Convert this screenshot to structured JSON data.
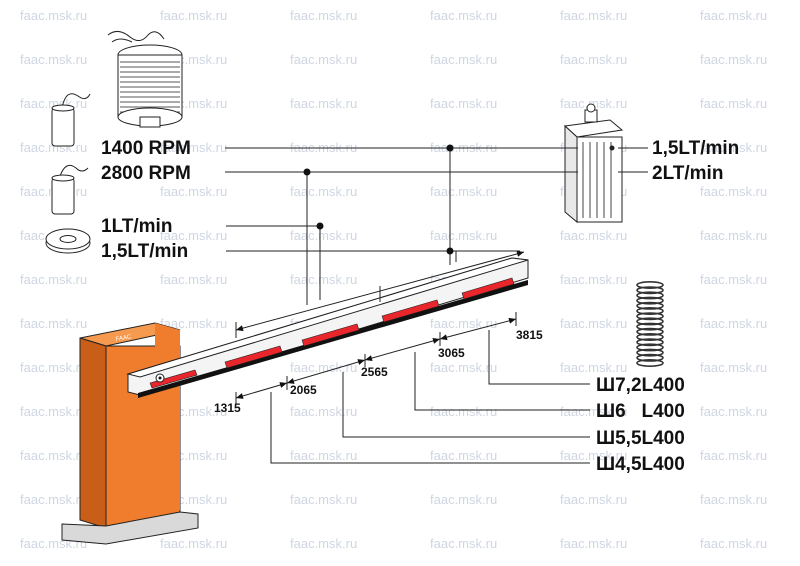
{
  "watermark": "faac.msk.ru",
  "motor_speeds": [
    "1400 RPM",
    "2800 RPM"
  ],
  "pump_flows": [
    "1LT/min",
    "1,5LT/min"
  ],
  "unit_flows": [
    "1,5LT/min",
    "2LT/min"
  ],
  "lengths": [
    "1315",
    "2065",
    "2565",
    "3065",
    "3815"
  ],
  "springs": [
    "Ш7,2L400",
    "Ш6   L400",
    "Ш5,5L400",
    "Ш4,5L400"
  ],
  "colors": {
    "housing": "#f07d2e",
    "housing_dark": "#c85e17",
    "boom_stripe": "#e8262b",
    "watermark": "#cfd6e2"
  }
}
